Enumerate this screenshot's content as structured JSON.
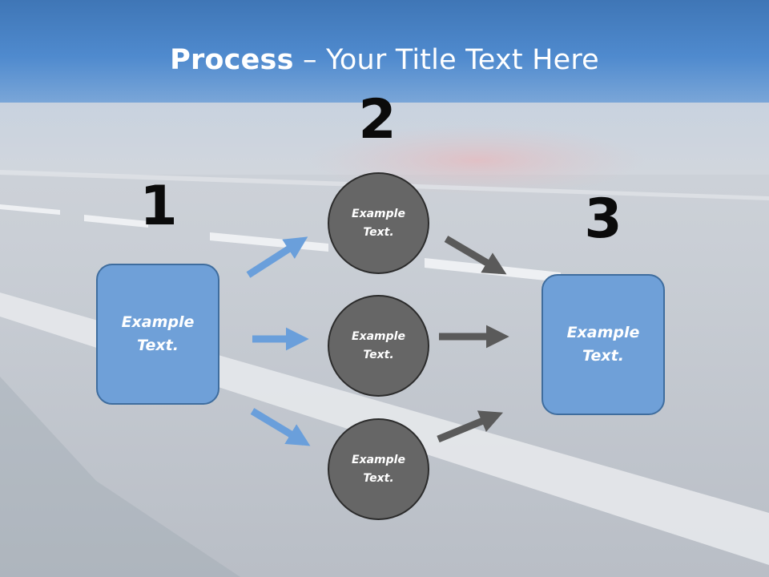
{
  "title": {
    "strong": "Process",
    "rest": " – Your Title Text Here"
  },
  "steps": {
    "one": {
      "number": "1",
      "text": "Example Text."
    },
    "two": {
      "number": "2"
    },
    "three": {
      "number": "3",
      "text": "Example Text."
    }
  },
  "circles": [
    {
      "text": "Example Text."
    },
    {
      "text": "Example Text."
    },
    {
      "text": "Example Text."
    }
  ],
  "colors": {
    "sky": "#4f86c6",
    "box_fill": "#6fa0d8",
    "box_border": "#3f6d9e",
    "circle_fill": "#666666",
    "circle_border": "#2c2c2c",
    "arrow_blue": "#6a9fdb",
    "arrow_gray": "#5a5a5a"
  }
}
